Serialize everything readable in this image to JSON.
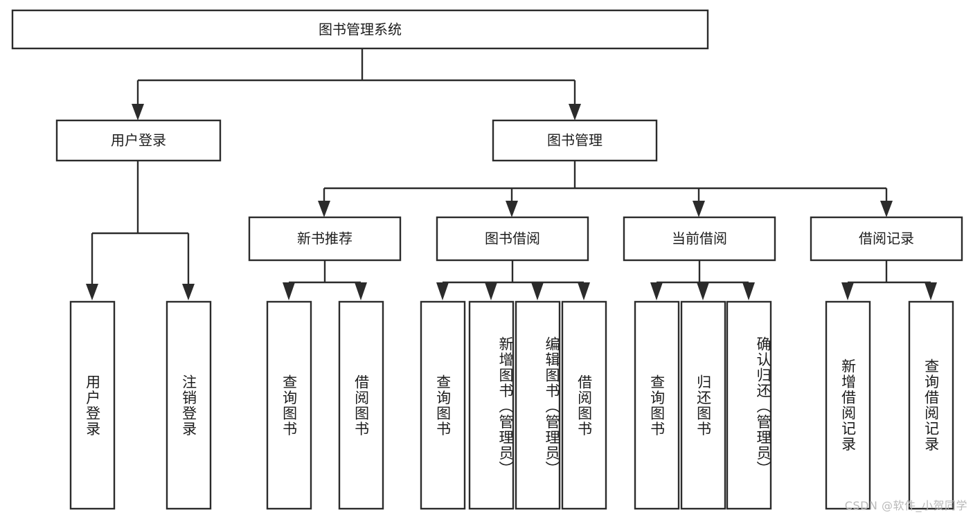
{
  "diagram": {
    "type": "tree-hierarchy",
    "title": "图书管理系统",
    "watermark": "CSDN @软件_小贺同学",
    "colors": {
      "stroke": "#2b2b2b",
      "box_fill": "#ffffff",
      "text": "#1c1c1c",
      "background": "#ffffff",
      "watermark": "#b9b9b9"
    },
    "root": {
      "label": "图书管理系统"
    },
    "level2": [
      {
        "id": "user-login",
        "label": "用户登录"
      },
      {
        "id": "book-management",
        "label": "图书管理"
      }
    ],
    "level3": [
      {
        "id": "new-book-recommend",
        "label": "新书推荐",
        "parent": "book-management"
      },
      {
        "id": "book-borrow",
        "label": "图书借阅",
        "parent": "book-management"
      },
      {
        "id": "current-borrow",
        "label": "当前借阅",
        "parent": "book-management"
      },
      {
        "id": "borrow-record",
        "label": "借阅记录",
        "parent": "book-management"
      }
    ],
    "leaves": [
      {
        "id": "leaf-user-login",
        "label": "用户登录",
        "parent": "user-login"
      },
      {
        "id": "leaf-logout-login",
        "label": "注销登录",
        "parent": "user-login"
      },
      {
        "id": "leaf-query-book-1",
        "label": "查询图书",
        "parent": "new-book-recommend"
      },
      {
        "id": "leaf-borrow-book-1",
        "label": "借阅图书",
        "parent": "new-book-recommend"
      },
      {
        "id": "leaf-query-book-2",
        "label": "查询图书",
        "parent": "book-borrow"
      },
      {
        "id": "leaf-add-book",
        "label": "新增图书（管理员）",
        "parent": "book-borrow"
      },
      {
        "id": "leaf-edit-book",
        "label": "编辑图书（管理员）",
        "parent": "book-borrow"
      },
      {
        "id": "leaf-borrow-book-2",
        "label": "借阅图书",
        "parent": "book-borrow"
      },
      {
        "id": "leaf-query-book-3",
        "label": "查询图书",
        "parent": "current-borrow"
      },
      {
        "id": "leaf-return-book",
        "label": "归还图书",
        "parent": "current-borrow"
      },
      {
        "id": "leaf-confirm-return",
        "label": "确认归还（管理员）",
        "parent": "current-borrow"
      },
      {
        "id": "leaf-add-record",
        "label": "新增借阅记录",
        "parent": "borrow-record"
      },
      {
        "id": "leaf-query-record",
        "label": "查询借阅记录",
        "parent": "borrow-record"
      }
    ]
  }
}
